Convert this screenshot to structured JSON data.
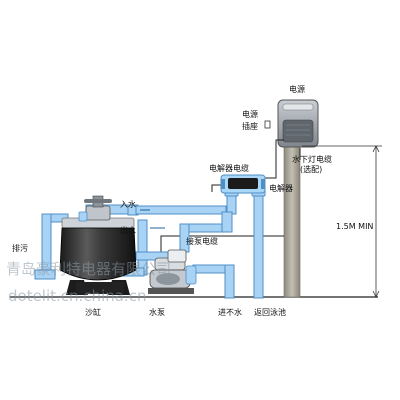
{
  "labels": {
    "power_supply": "电源",
    "power_socket_line1": "电源",
    "power_socket_line2": "插座",
    "underwater_light_cable_line1": "水下灯电缆",
    "underwater_light_cable_line2": "(选配)",
    "electrolyzer_cable": "电解器电缆",
    "electrolyzer": "电解器",
    "water_in": "入水",
    "water_out": "出水",
    "drain": "排污",
    "pump_cable": "接泵电缆",
    "sand_tank": "沙缸",
    "water_pump": "水泵",
    "inlet_water": "进不水",
    "return_to_pool": "返回泳池",
    "height": "1.5M MIN"
  },
  "watermark": {
    "line1": "青岛豪利特电器有限公司",
    "line2": "dotelit.cn.china.cn"
  },
  "colors": {
    "pipe_fill": "#a8d3f4",
    "pipe_stroke": "#4f8fc6",
    "tank_dark": "#2a2a2a",
    "panel_gray": "#9ea4aa"
  }
}
